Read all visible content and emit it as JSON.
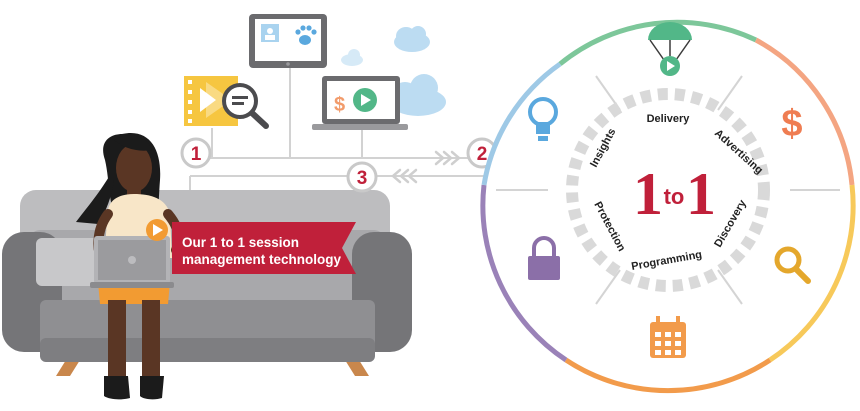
{
  "banner": {
    "line1": "Our 1 to 1 session",
    "line2": "management technology"
  },
  "steps": {
    "step1": "1",
    "step2": "2",
    "step3": "3"
  },
  "wheel": {
    "center_big": "1",
    "center_small": "to",
    "center_big2": "1",
    "labels": {
      "delivery": "Delivery",
      "advertising": "Advertising",
      "discovery": "Discovery",
      "programming": "Programming",
      "protection": "Protection",
      "insights": "Insights"
    }
  },
  "monitor": {
    "dollar": "$"
  },
  "dollar_icon": "$",
  "colors": {
    "accent_red": "#c0203a",
    "ring_green": "#7dc79a",
    "ring_orange_light": "#f4a582",
    "ring_yellow": "#f7c95a",
    "ring_orange": "#f29b4b",
    "ring_purple": "#9a82b8",
    "ring_blue": "#9ec9e6",
    "sofa_grey": "#8f8f92",
    "connector_grey": "#cfcfcf"
  }
}
